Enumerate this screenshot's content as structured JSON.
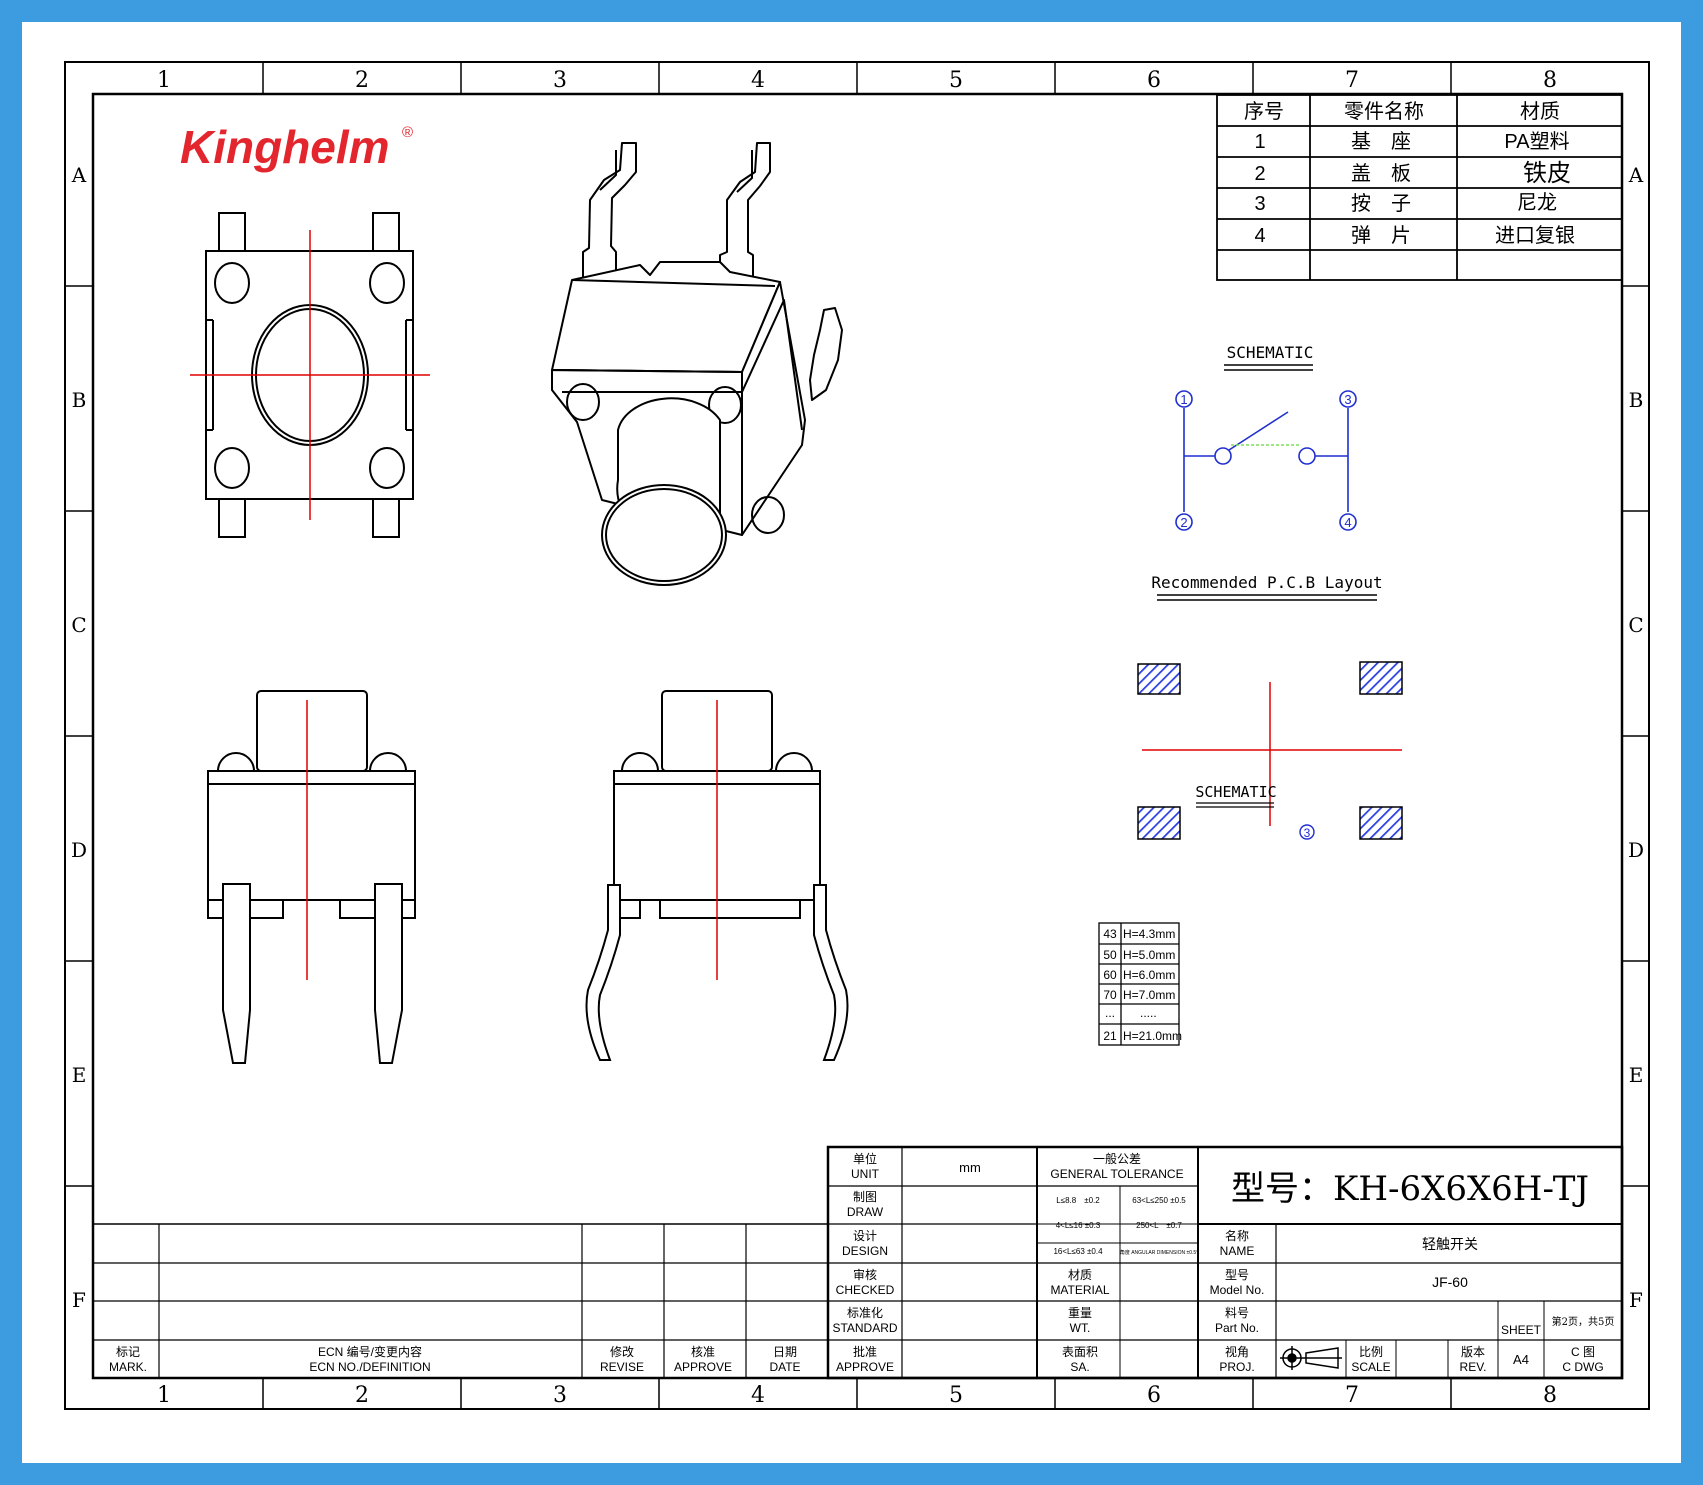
{
  "colors": {
    "border": "#3d9be0",
    "brand": "#e3262e",
    "line": "#000000",
    "center": "#e00000",
    "schematic": "#1f2fd0",
    "pad": "#2b3fe0"
  },
  "logo": {
    "text": "Kinghelm",
    "reg": "®"
  },
  "grid": {
    "columns": [
      "1",
      "2",
      "3",
      "4",
      "5",
      "6",
      "7",
      "8"
    ],
    "rows": [
      "A",
      "B",
      "C",
      "D",
      "E",
      "F"
    ]
  },
  "materials": {
    "headers": [
      "序号",
      "零件名称",
      "材质"
    ],
    "rows": [
      {
        "no": "1",
        "name": "基　座",
        "material": "PA塑料"
      },
      {
        "no": "2",
        "name": "盖　板",
        "material": "铁皮"
      },
      {
        "no": "3",
        "name": "按　子",
        "material": "尼龙"
      },
      {
        "no": "4",
        "name": "弹　片",
        "material": "进口复银"
      }
    ]
  },
  "schematic": {
    "title": "SCHEMATIC",
    "pins": [
      "1",
      "2",
      "3",
      "4"
    ]
  },
  "pcb": {
    "title": "Recommended P.C.B Layout",
    "overlay_title": "SCHEMATIC",
    "pin": "3"
  },
  "heights": [
    {
      "code": "43",
      "value": "H=4.3mm"
    },
    {
      "code": "50",
      "value": "H=5.0mm"
    },
    {
      "code": "60",
      "value": "H=6.0mm"
    },
    {
      "code": "70",
      "value": "H=7.0mm"
    },
    {
      "code": "...",
      "value": "....."
    },
    {
      "code": "21",
      "value": "H=21.0mm"
    }
  ],
  "titleblock": {
    "unit_cn": "单位",
    "unit_en": "UNIT",
    "unit_value": "mm",
    "draw_cn": "制图",
    "draw_en": "DRAW",
    "design_cn": "设计",
    "design_en": "DESIGN",
    "checked_cn": "审核",
    "checked_en": "CHECKED",
    "standard_cn": "标准化",
    "standard_en": "STANDARD",
    "approve_cn": "批准",
    "approve_en": "APPROVE",
    "tol_cn": "一般公差",
    "tol_en": "GENERAL TOLERANCE",
    "tol1": "L≤8.8　±0.2",
    "tol2": "63<L≤250 ±0.5",
    "tol3": "4<L≤16 ±0.3",
    "tol4": "250<L　±0.7",
    "tol5": "16<L≤63 ±0.4",
    "tol6": "角度 ANGULAR DIMENSION ±0.5°",
    "material_cn": "材质",
    "material_en": "MATERIAL",
    "weight_cn": "重量",
    "weight_en": "WT.",
    "surface_cn": "表面积",
    "surface_en": "SA.",
    "model_title": "型号：KH-6X6X6H-TJ",
    "name_cn": "名称",
    "name_en": "NAME",
    "name_value": "轻触开关",
    "modelno_cn": "型号",
    "modelno_en": "Model No.",
    "modelno_value": "JF-60",
    "partno_cn": "料号",
    "partno_en": "Part No.",
    "sheet_label": "SHEET",
    "sheet_value": "第2页，共5页",
    "proj_cn": "视角",
    "proj_en": "PROJ.",
    "scale_cn": "比例",
    "scale_en": "SCALE",
    "rev_cn": "版本",
    "rev_en": "REV.",
    "rev_value": "A4",
    "dwg_cn": "C 图",
    "dwg_en": "C DWG"
  },
  "revision": {
    "mark_cn": "标记",
    "mark_en": "MARK.",
    "ecn_cn": "ECN 编号/变更内容",
    "ecn_en": "ECN NO./DEFINITION",
    "revise_cn": "修改",
    "revise_en": "REVISE",
    "approve_cn": "核准",
    "approve_en": "APPROVE",
    "date_cn": "日期",
    "date_en": "DATE"
  }
}
